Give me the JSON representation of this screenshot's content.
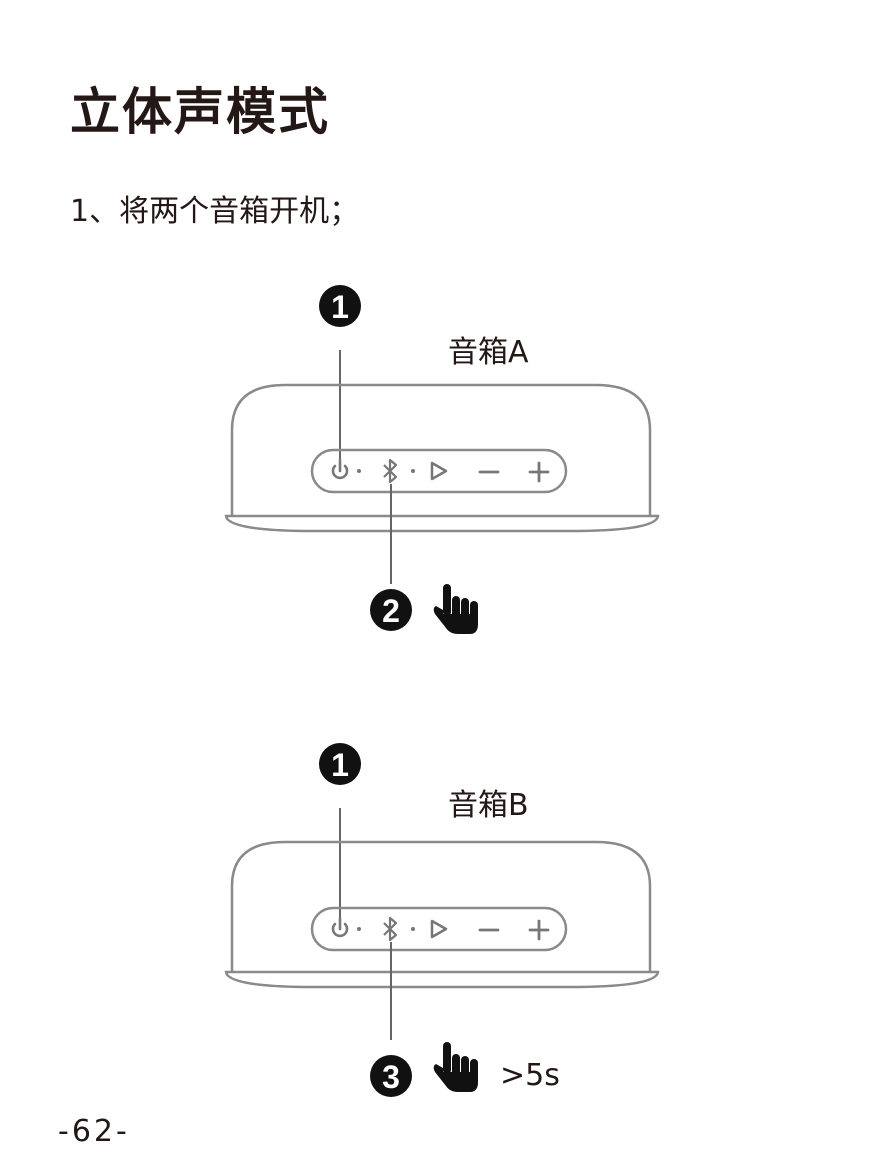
{
  "title": "立体声模式",
  "step_text": "1、将两个音箱开机；",
  "speaker_a": {
    "label": "音箱A",
    "callout_top": "1",
    "callout_bottom": "2"
  },
  "speaker_b": {
    "label": "音箱B",
    "callout_top": "1",
    "callout_bottom": "3",
    "duration": ">5s"
  },
  "page_number": "-62-",
  "icons": [
    "power-icon",
    "bluetooth-icon",
    "play-icon",
    "minus-icon",
    "plus-icon",
    "hand-press-icon"
  ],
  "colors": {
    "outline": "#8a8a8a",
    "text": "#231815",
    "callout": "#111111"
  }
}
